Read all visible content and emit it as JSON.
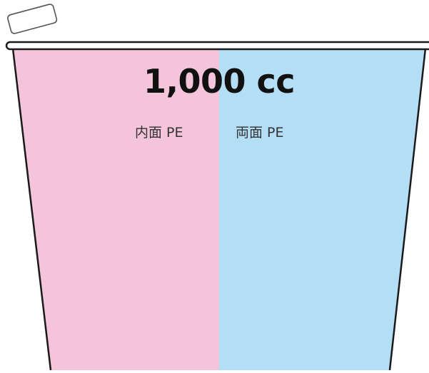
{
  "capacity_label": "1,000 cc",
  "left_half": {
    "label": "内面 PE",
    "color": "#f4c4da"
  },
  "right_half": {
    "label": "両面 PE",
    "color": "#b3def5"
  },
  "outline_color": "#1a1a1a",
  "lid_fill": "#ffffff"
}
